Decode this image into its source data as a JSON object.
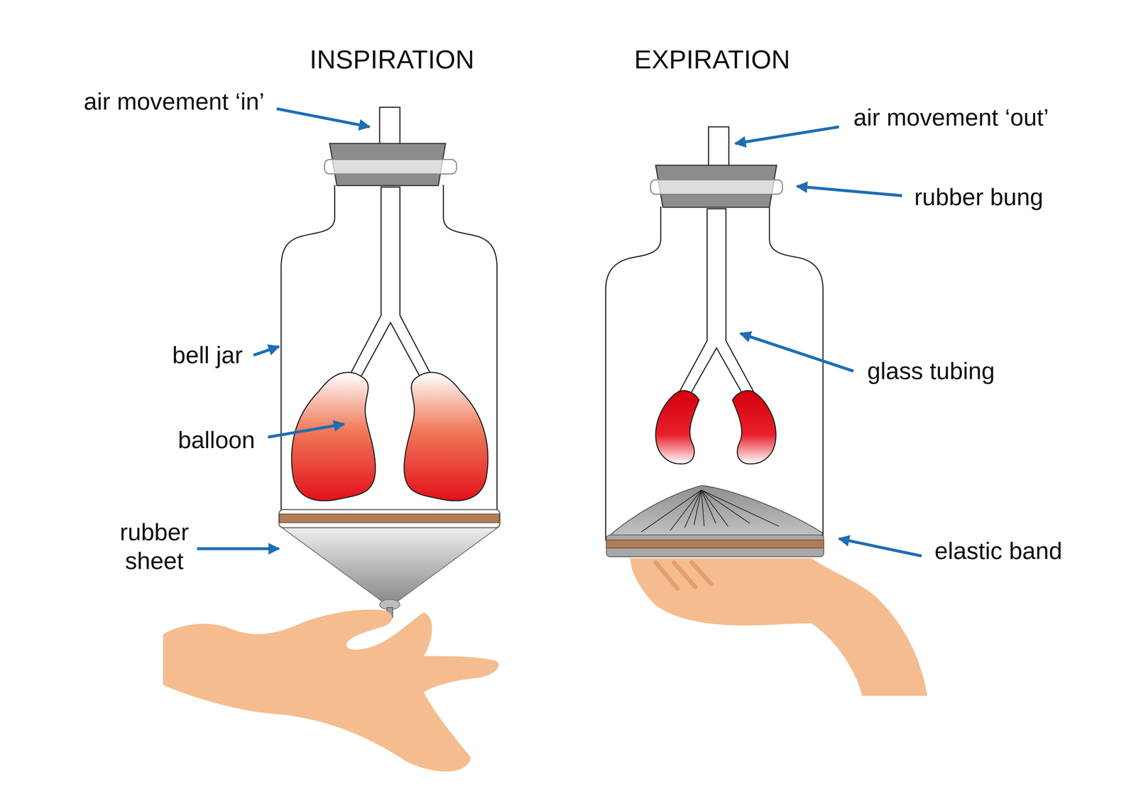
{
  "diagram": {
    "labels": [
      "INSPIRATION",
      "EXPIRATION",
      "air movement ‘in’",
      "bell jar",
      "balloon",
      "rubber sheet",
      "air movement ‘out’",
      "rubber bung",
      "glass tubing",
      "elastic band"
    ]
  }
}
